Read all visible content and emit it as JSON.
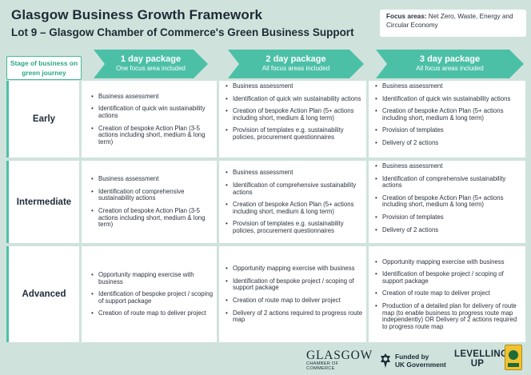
{
  "header": {
    "title": "Glasgow Business Growth Framework",
    "subtitle": "Lot 9 – Glasgow Chamber of Commerce's Green Business Support"
  },
  "focus": {
    "label": "Focus areas:",
    "text": "Net Zero, Waste, Energy and Circular Economy"
  },
  "stage_header": "Stage of business on green journey",
  "packages": [
    {
      "title": "1 day package",
      "subtitle": "One focus area included"
    },
    {
      "title": "2 day package",
      "subtitle": "All focus areas included"
    },
    {
      "title": "3 day package",
      "subtitle": "All focus areas included"
    }
  ],
  "rows": [
    {
      "stage": "Early",
      "cols": [
        [
          "Business assessment",
          "Identification of quick win sustainability actions",
          "Creation of bespoke Action Plan (3-5 actions including short, medium & long term)"
        ],
        [
          "Business assessment",
          "Identification of quick win sustainability actions",
          "Creation of bespoke Action Plan (5+ actions including short, medium & long term)",
          "Provision of templates e.g. sustainability policies, procurement questionnaires"
        ],
        [
          "Business assessment",
          "Identification of quick win sustainability actions",
          "Creation of bespoke Action Plan (5+ actions including short, medium & long term)",
          "Provision of templates",
          "Delivery of 2 actions"
        ]
      ]
    },
    {
      "stage": "Intermediate",
      "cols": [
        [
          "Business assessment",
          "Identification of comprehensive sustainability actions",
          "Creation of bespoke Action Plan (3-5 actions including short, medium & long term)"
        ],
        [
          "Business assessment",
          "Identification of comprehensive sustainability actions",
          "Creation of bespoke Action Plan (5+ actions including short, medium & long term)",
          "Provision of templates e.g. sustainability policies, procurement questionnaires"
        ],
        [
          "Business assessment",
          "Identification of comprehensive sustainability actions",
          "Creation of bespoke Action Plan (5+ actions including short, medium & long term)",
          "Provision of templates",
          "Delivery of 2 actions"
        ]
      ]
    },
    {
      "stage": "Advanced",
      "cols": [
        [
          "Opportunity mapping exercise with business",
          "Identification of bespoke project / scoping of support package",
          "Creation of route map to deliver project"
        ],
        [
          "Opportunity mapping exercise with business",
          "Identification of bespoke project / scoping of support package",
          "Creation of route map to deliver project",
          "Delivery of 2 actions required to progress route map"
        ],
        [
          "Opportunity mapping exercise with business",
          "Identification of bespoke project / scoping of support package",
          "Creation of route map to deliver project",
          "Production of a detailed plan for delivery of route map (to enable business to progress route map independently) OR Delivery of 2 actions required to progress route map"
        ]
      ]
    }
  ],
  "footer": {
    "glasgow": "GLASGOW",
    "chamber": "CHAMBER OF COMMERCE",
    "funded_line1": "Funded by",
    "funded_line2": "UK Government",
    "levelling1": "LEVELLING",
    "levelling2": "UP"
  }
}
